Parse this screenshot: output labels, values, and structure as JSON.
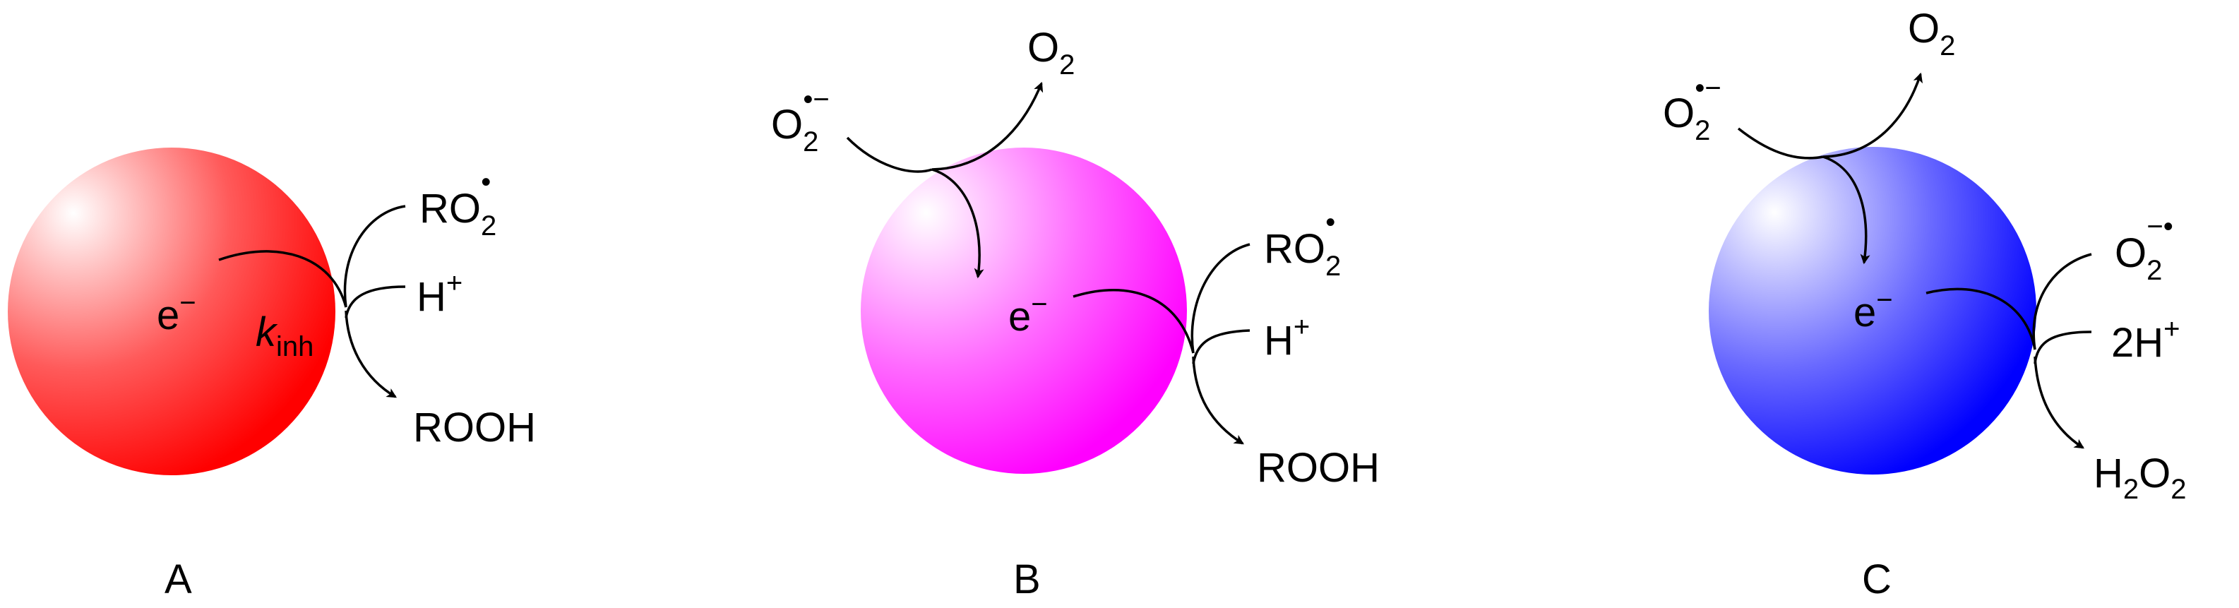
{
  "panels": [
    {
      "id": "A",
      "label": "A",
      "sphere_color": "#ff0000",
      "electron": "e",
      "electron_sup": "−",
      "rate_k": "k",
      "rate_sub": "inh",
      "reactant": {
        "base": "RO",
        "sub": "2",
        "sup": "•"
      },
      "proton": {
        "base": "H",
        "sup": "+"
      },
      "product": {
        "text": "ROOH"
      }
    },
    {
      "id": "B",
      "label": "B",
      "sphere_color": "#ff00ff",
      "electron": "e",
      "electron_sup": "−",
      "superoxide": {
        "base": "O",
        "sub": "2",
        "sup": "•−"
      },
      "oxygen": {
        "base": "O",
        "sub": "2"
      },
      "reactant": {
        "base": "RO",
        "sub": "2",
        "sup": "•"
      },
      "proton": {
        "base": "H",
        "sup": "+"
      },
      "product": {
        "text": "ROOH"
      }
    },
    {
      "id": "C",
      "label": "C",
      "sphere_color": "#0000ff",
      "electron": "e",
      "electron_sup": "−",
      "superoxide": {
        "base": "O",
        "sub": "2",
        "sup": "•−"
      },
      "oxygen": {
        "base": "O",
        "sub": "2"
      },
      "reactant": {
        "base": "O",
        "sub": "2",
        "sup": "−•"
      },
      "proton": {
        "base": "2H",
        "sup": "+"
      },
      "product": {
        "base1": "H",
        "sub1": "2",
        "base2": "O",
        "sub2": "2"
      }
    }
  ]
}
